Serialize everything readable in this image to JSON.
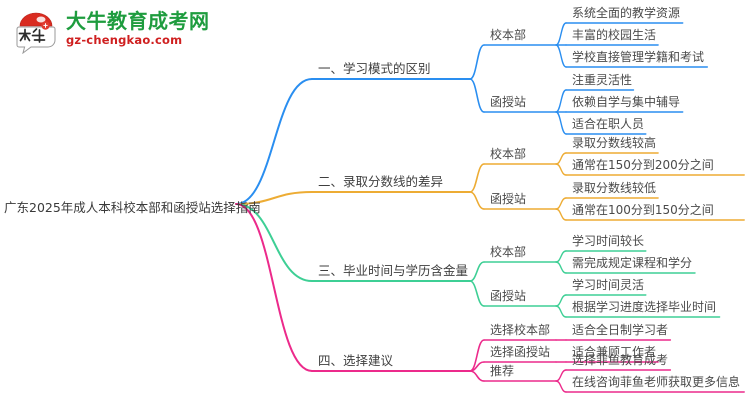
{
  "logo": {
    "mark_name": "daniu-bull-logo",
    "title": "大牛教育成考网",
    "subtitle": "gz-chengkao.com",
    "title_color": "#1e9c3e",
    "subtitle_color": "#cf2020",
    "mark_colors": {
      "dome": "#d92b20",
      "bubble": "#ffffff",
      "glyph": "#2c2c2c",
      "accent": "#e03a2f"
    }
  },
  "mindmap": {
    "root": {
      "label": "广东2025年成人本科校本部和函授站选择指南"
    },
    "branches": [
      {
        "label": "一、学习模式的区别",
        "color": "#2a8ef0",
        "children": [
          {
            "label": "校本部",
            "leaves": [
              "系统全面的教学资源",
              "丰富的校园生活",
              "学校直接管理学籍和考试"
            ]
          },
          {
            "label": "函授站",
            "leaves": [
              "注重灵活性",
              "依赖自学与集中辅导",
              "适合在职人员"
            ]
          }
        ]
      },
      {
        "label": "二、录取分数线的差异",
        "color": "#edac34",
        "children": [
          {
            "label": "校本部",
            "leaves": [
              "录取分数线较高",
              "通常在150分到200分之间"
            ]
          },
          {
            "label": "函授站",
            "leaves": [
              "录取分数线较低",
              "通常在100分到150分之间"
            ]
          }
        ]
      },
      {
        "label": "三、毕业时间与学历含金量",
        "color": "#3ecf95",
        "children": [
          {
            "label": "校本部",
            "leaves": [
              "学习时间较长",
              "需完成规定课程和学分"
            ]
          },
          {
            "label": "函授站",
            "leaves": [
              "学习时间灵活",
              "根据学习进度选择毕业时间"
            ]
          }
        ]
      },
      {
        "label": "四、选择建议",
        "color": "#ec2a8b",
        "children": [
          {
            "label": "选择校本部",
            "leaves": [
              "适合全日制学习者"
            ]
          },
          {
            "label": "选择函授站",
            "leaves": [
              "适合兼顾工作者"
            ]
          },
          {
            "label": "推荐",
            "leaves": [
              "选择菲鱼教育成考",
              "在线咨询菲鱼老师获取更多信息"
            ]
          }
        ]
      }
    ]
  }
}
